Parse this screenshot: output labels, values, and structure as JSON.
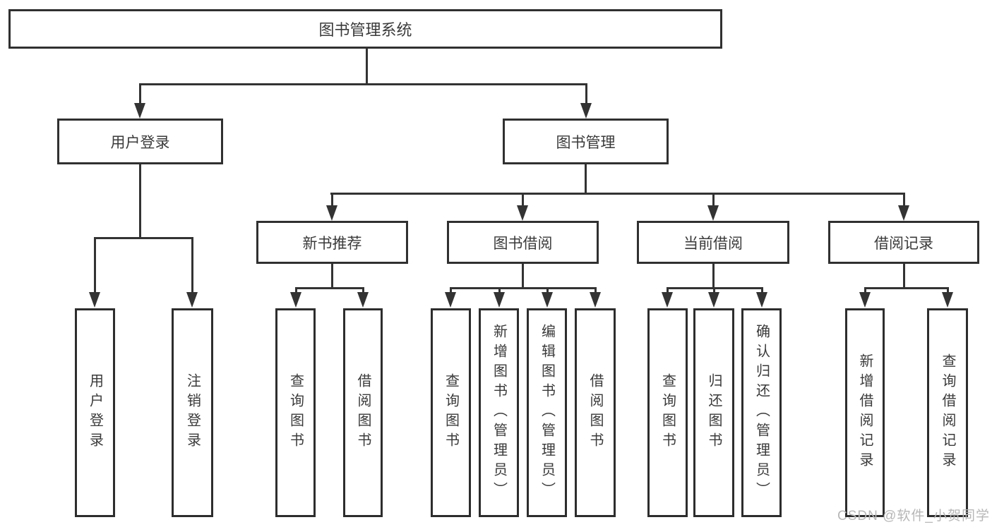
{
  "title": "图书管理系统",
  "tree": {
    "root": "图书管理系统",
    "branches": [
      {
        "label": "用户登录",
        "children": [
          "用户登录",
          "注销登录"
        ]
      },
      {
        "label": "图书管理",
        "children": [
          {
            "label": "新书推荐",
            "children": [
              "查询图书",
              "借阅图书"
            ]
          },
          {
            "label": "图书借阅",
            "children": [
              "查询图书",
              "新增图书（管理员）",
              "编辑图书（管理员）",
              "借阅图书"
            ]
          },
          {
            "label": "当前借阅",
            "children": [
              "查询图书",
              "归还图书",
              "确认归还（管理员）"
            ]
          },
          {
            "label": "借阅记录",
            "children": [
              "新增借阅记录",
              "查询借阅记录"
            ]
          }
        ]
      }
    ]
  },
  "watermark": "CSDN @软件_小贺同学",
  "colors": {
    "line": "#333333",
    "box_border": "#2d2d2d",
    "box_fill": "#ffffff",
    "text": "#3a3a3a",
    "watermark": "#b7b7b7"
  }
}
